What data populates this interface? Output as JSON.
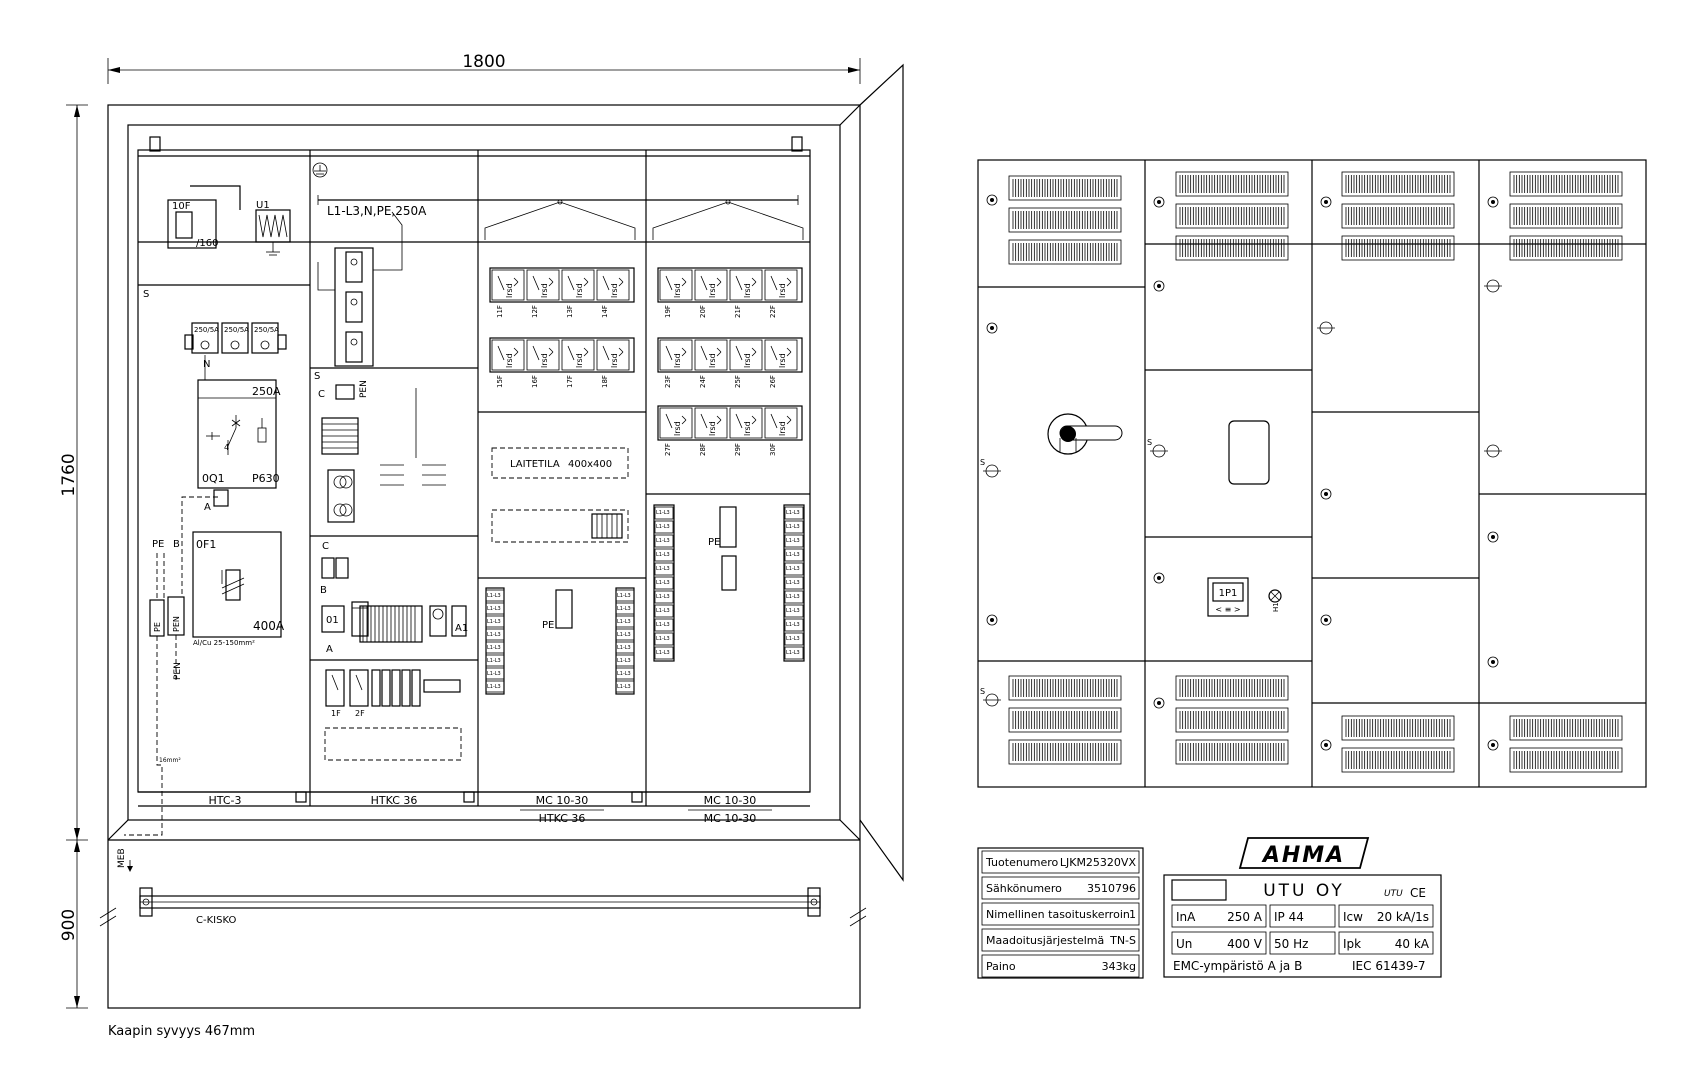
{
  "dimensions": {
    "width": "1800",
    "height_upper": "1760",
    "height_lower": "900",
    "depth_note": "Kaapin syvyys 467mm"
  },
  "busbar": {
    "label": "L1-L3,N,PE,250A",
    "c_rail": "C-KISKO",
    "meb": "MEB"
  },
  "sections": [
    {
      "label": "HTC-3"
    },
    {
      "label": "HTKC 36"
    },
    {
      "label": "MC 10-30",
      "sub": "HTKC 36"
    },
    {
      "label": "MC 10-30",
      "sub": "MC 10-30"
    }
  ],
  "components": {
    "q1_label": "0Q1",
    "q1_rating": "250A",
    "q1_model": "P630",
    "f1_label": "0F1",
    "f1_rating": "400A",
    "fuses_10F": "10F",
    "fuse_160": "/160",
    "u1": "U1",
    "pe": "PE",
    "pen": "PEN",
    "cable_note": "Al/Cu 25-150mm²",
    "ground_note": "16mm²",
    "laitetila": "LAITETILA",
    "laitetila_size": "400x400",
    "s": "S",
    "c": "C",
    "b": "B",
    "a": "A",
    "n": "N",
    "fuse_250": "250/5A",
    "lrsd": "lrsd",
    "mod_1f": "1F",
    "mod_2f": "2F",
    "l1l3": "L1-L3",
    "o1": "01",
    "a1": "A1",
    "row1_labels": [
      "11F",
      "12F",
      "13F",
      "14F"
    ],
    "row2_labels": [
      "15F",
      "16F",
      "17F",
      "18F"
    ],
    "row3_labels": [
      "19F",
      "20F",
      "21F",
      "22F"
    ],
    "row4_labels": [
      "23F",
      "24F",
      "25F",
      "26F"
    ],
    "row5_labels": [
      "27F",
      "28F",
      "29F",
      "30F"
    ]
  },
  "front": {
    "meter_label": "1P1",
    "lamp_label": "H1"
  },
  "product_table": [
    {
      "label": "Tuotenumero",
      "value": "LJKM25320VX"
    },
    {
      "label": "Sähkönumero",
      "value": "3510796"
    },
    {
      "label": "Nimellinen tasoituskerroin",
      "value": "1"
    },
    {
      "label": "Maadoitusjärjestelmä",
      "value": "TN-S"
    },
    {
      "label": "Paino",
      "value": "343kg"
    }
  ],
  "nameplate": {
    "brand": "AHMA",
    "company": "UTU OY",
    "logo_text": "UTU",
    "ce": "CE",
    "cells": [
      {
        "key": "InA",
        "value": "250 A"
      },
      {
        "key": "IP 44",
        "value": ""
      },
      {
        "key": "Icw",
        "value": "20 kA/1s"
      },
      {
        "key": "Un",
        "value": "400 V"
      },
      {
        "key": "50 Hz",
        "value": ""
      },
      {
        "key": "Ipk",
        "value": "40 kA"
      }
    ],
    "emc": "EMC-ympäristö A ja B",
    "standard": "IEC 61439-7"
  }
}
